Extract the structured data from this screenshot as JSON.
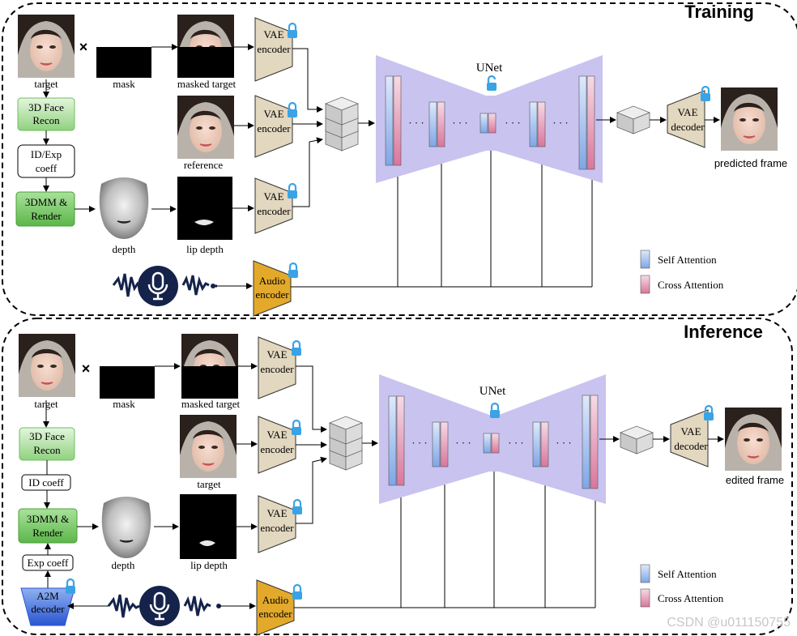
{
  "training": {
    "title": "Training",
    "target_label": "target",
    "mask_label": "mask",
    "masked_target_label": "masked target",
    "reference_label": "reference",
    "depth_label": "depth",
    "lip_depth_label": "lip depth",
    "face_recon": [
      "3D Face",
      "Recon"
    ],
    "coeff_box": [
      "ID/Exp",
      "coeff"
    ],
    "render_box": [
      "3DMM &",
      "Render"
    ],
    "vae_encoder": [
      "VAE",
      "encoder"
    ],
    "audio_encoder": [
      "Audio",
      "encoder"
    ],
    "vae_decoder": [
      "VAE",
      "decoder"
    ],
    "unet_label": "UNet",
    "output_label": "predicted frame",
    "legend_self": "Self Attention",
    "legend_cross": "Cross Attention"
  },
  "inference": {
    "title": "Inference",
    "target_label": "target",
    "mask_label": "mask",
    "masked_target_label": "masked target",
    "second_face_label": "target",
    "depth_label": "depth",
    "lip_depth_label": "lip depth",
    "face_recon": [
      "3D Face",
      "Recon"
    ],
    "id_coeff": "ID coeff",
    "exp_coeff": "Exp coeff",
    "render_box": [
      "3DMM &",
      "Render"
    ],
    "a2m_decoder": [
      "A2M",
      "decoder"
    ],
    "vae_encoder": [
      "VAE",
      "encoder"
    ],
    "audio_encoder": [
      "Audio",
      "encoder"
    ],
    "vae_decoder": [
      "VAE",
      "decoder"
    ],
    "unet_label": "UNet",
    "output_label": "edited frame",
    "legend_self": "Self Attention",
    "legend_cross": "Cross Attention"
  },
  "symbols": {
    "multiply": "×",
    "ellipsis": "· · ·"
  },
  "watermark": "CSDN @u011150755",
  "colors": {
    "vae": "#e2d7bf",
    "audio": "#e3a92b",
    "green": "#7fcf6e",
    "unet": "#c9c3f0",
    "self_attn": "#a9c6ee",
    "cross_attn": "#e6a2bc",
    "a2m": "#4a73d6",
    "lock": "#3aa3e6"
  },
  "icons": [
    "lock-icon",
    "unlock-icon",
    "microphone-icon",
    "latent-cube-icon",
    "face-photo-icon",
    "depth-map-icon"
  ]
}
